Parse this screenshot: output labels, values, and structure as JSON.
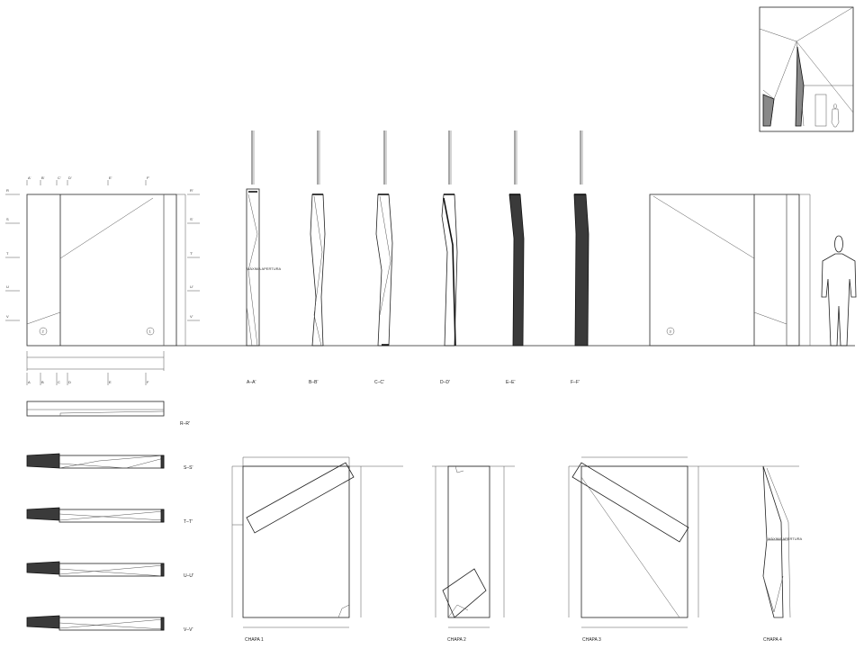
{
  "sections": [
    "A–A'",
    "B–B'",
    "C–C'",
    "D–D'",
    "E–E'",
    "F–F'"
  ],
  "plans": [
    "R–R'",
    "S–S'",
    "T–T'",
    "U–U'",
    "V–V'"
  ],
  "sheets": [
    "CHAPA 1",
    "CHAPA 2",
    "CHAPA 3",
    "CHAPA 4"
  ],
  "annotations": {
    "max_opening_section": "MÁXIMA APERTURA",
    "max_opening_sheet": "MÁXIMA APERTURA",
    "elevation_left_marks": [
      "2",
      "1"
    ],
    "elevation_right_mark": "3"
  },
  "grid_marks": {
    "top": [
      "A'",
      "B'",
      "C'",
      "D'",
      "E'",
      "F'"
    ],
    "left": [
      "R",
      "S",
      "T",
      "U",
      "V"
    ],
    "right": [
      "R'",
      "S'",
      "T'",
      "U'",
      "V'"
    ],
    "bottom": [
      "A",
      "B",
      "C",
      "D",
      "E",
      "F"
    ]
  }
}
